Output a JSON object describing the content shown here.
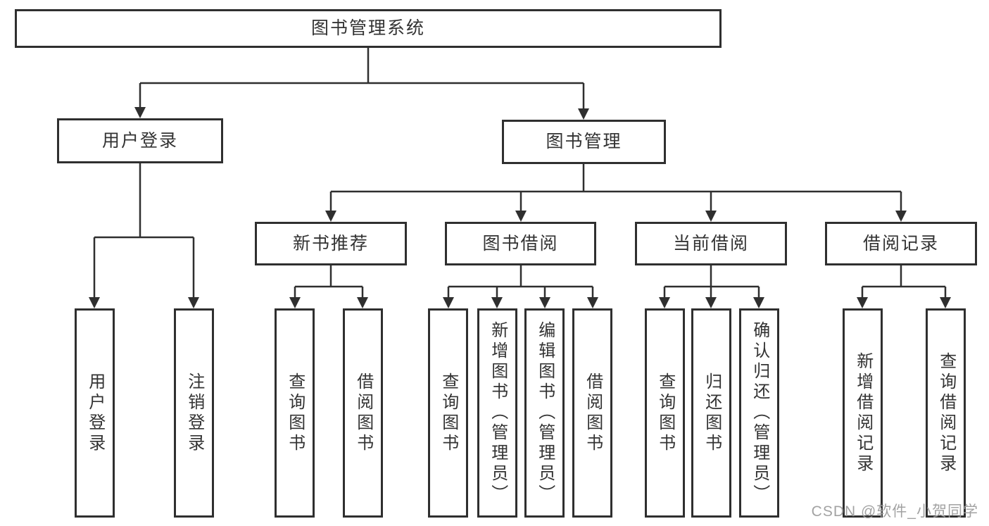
{
  "tree": {
    "root": "图书管理系统",
    "level2": [
      {
        "label": "用户登录"
      },
      {
        "label": "图书管理"
      }
    ],
    "level3": [
      {
        "label": "新书推荐"
      },
      {
        "label": "图书借阅"
      },
      {
        "label": "当前借阅"
      },
      {
        "label": "借阅记录"
      }
    ],
    "leaves": {
      "user": [
        "用户登录",
        "注销登录"
      ],
      "newbook": [
        "查询图书",
        "借阅图书"
      ],
      "borrow": [
        "查询图书",
        "新增图书（管理员）",
        "编辑图书（管理员）",
        "借阅图书"
      ],
      "current": [
        "查询图书",
        "归还图书",
        "确认归还（管理员）"
      ],
      "records": [
        "新增借阅记录",
        "查询借阅记录"
      ]
    }
  },
  "watermark": {
    "text": "CSDN @软件_小贺同学",
    "color": "#9e9e9e"
  },
  "colors": {
    "line": "#2f2f2f",
    "box_border": "#2f2f2f",
    "text": "#333333",
    "background": "#ffffff"
  }
}
